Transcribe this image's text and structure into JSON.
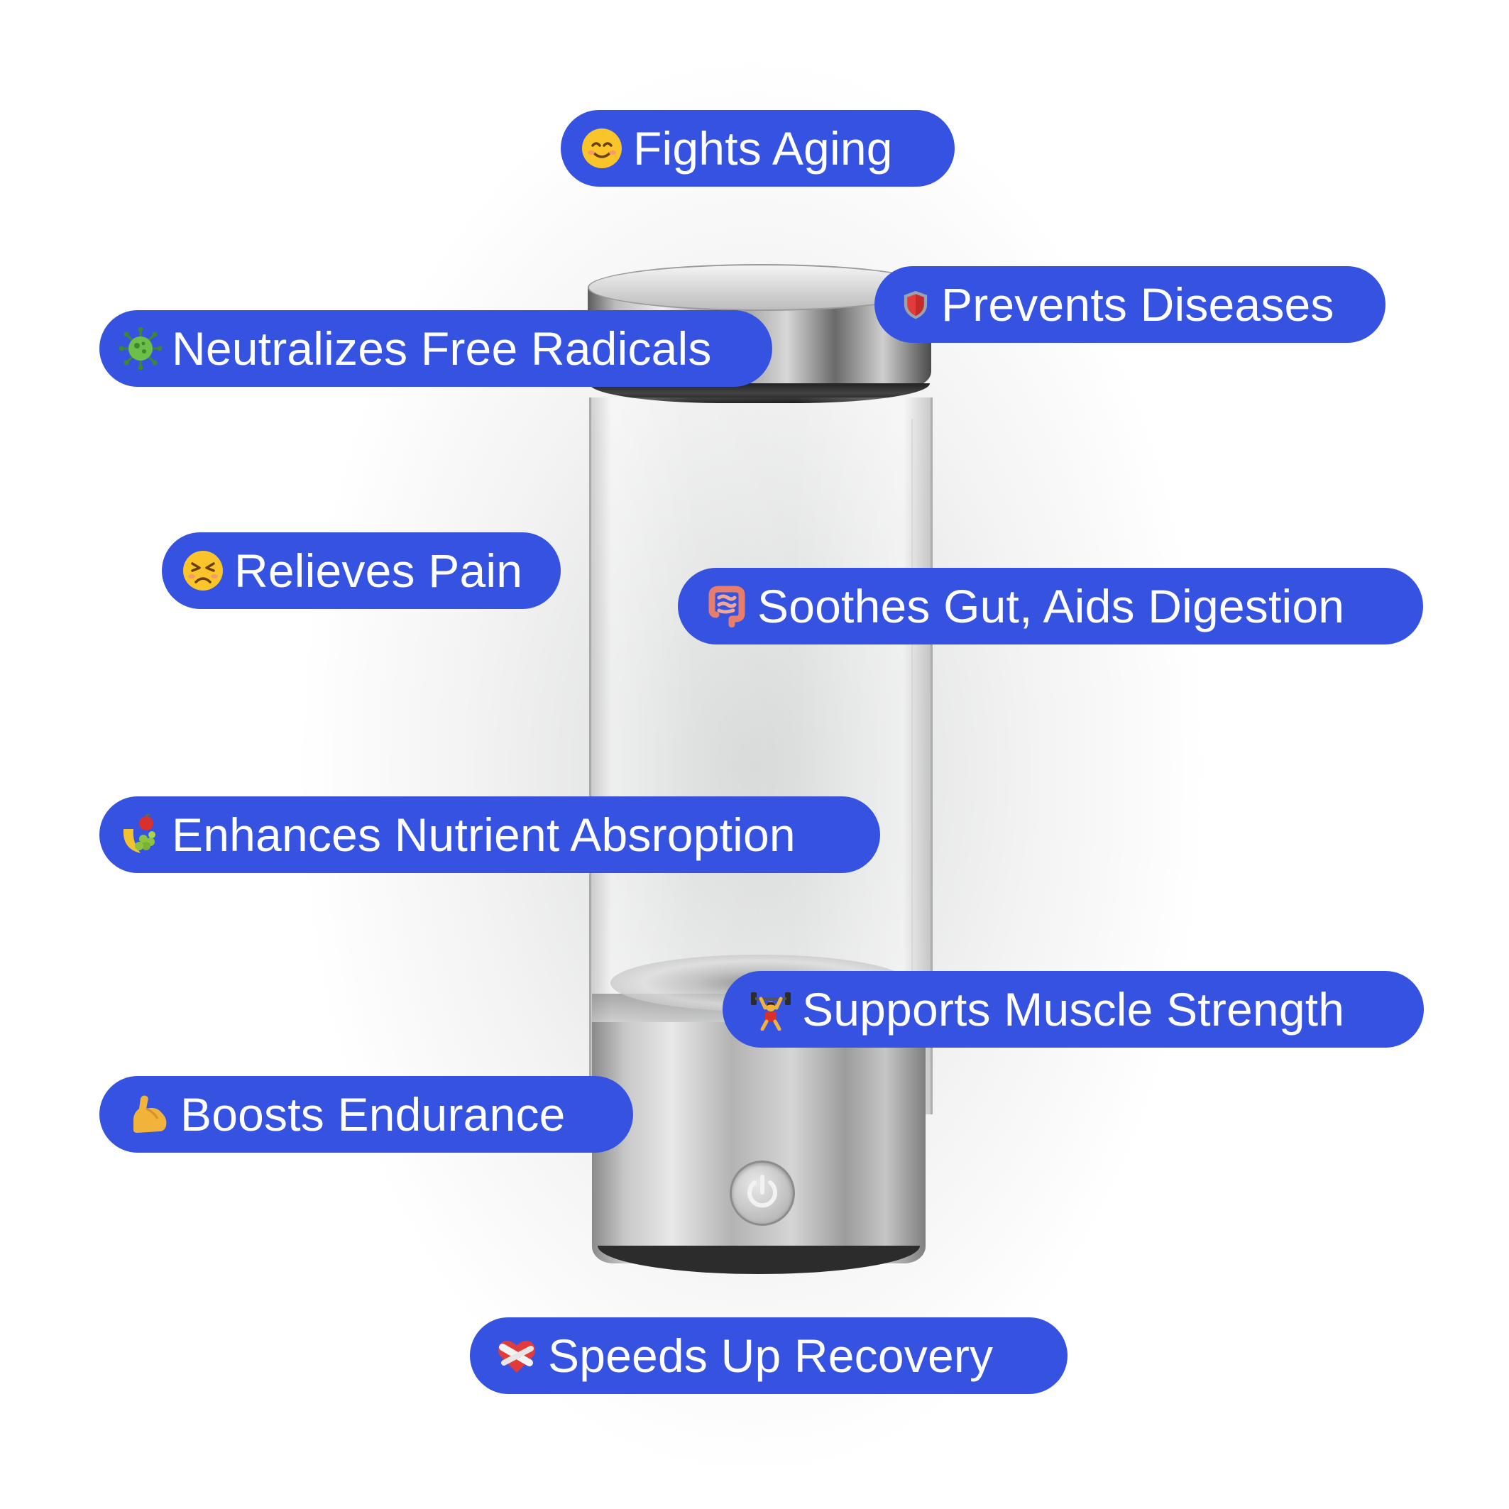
{
  "features": [
    {
      "label": "Fights Aging",
      "icon": "smiling-face-icon"
    },
    {
      "label": "Prevents Diseases",
      "icon": "shield-icon"
    },
    {
      "label": "Neutralizes Free Radicals",
      "icon": "virus-icon"
    },
    {
      "label": "Relieves Pain",
      "icon": "persevering-face-icon"
    },
    {
      "label": "Soothes Gut, Aids Digestion",
      "icon": "intestine-icon"
    },
    {
      "label": "Enhances Nutrient Absroption",
      "icon": "fruit-bowl-icon"
    },
    {
      "label": "Supports Muscle Strength",
      "icon": "weightlifter-icon"
    },
    {
      "label": "Boosts Endurance",
      "icon": "flexed-biceps-icon"
    },
    {
      "label": "Speeds Up Recovery",
      "icon": "mending-heart-icon"
    }
  ],
  "colors": {
    "pill": "#3552e0",
    "pill_text": "#ffffff"
  }
}
